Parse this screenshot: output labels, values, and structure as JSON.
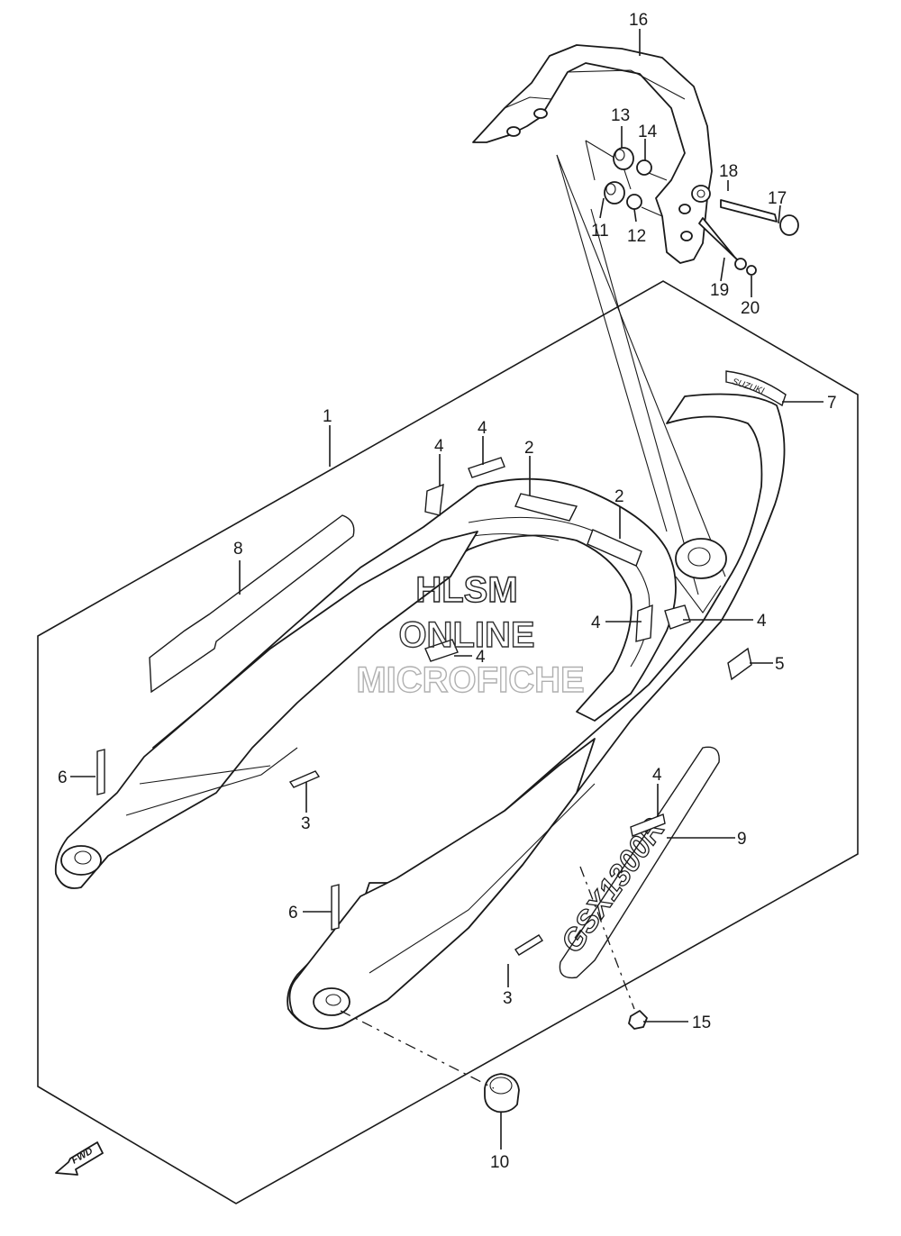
{
  "callouts": {
    "c1": "1",
    "c2a": "2",
    "c2b": "2",
    "c3a": "3",
    "c3b": "3",
    "c4a": "4",
    "c4b": "4",
    "c4c": "4",
    "c4d": "4",
    "c4e": "4",
    "c4f": "4",
    "c5": "5",
    "c6a": "6",
    "c6b": "6",
    "c7": "7",
    "c8": "8",
    "c9": "9",
    "c10": "10",
    "c11": "11",
    "c12": "12",
    "c13": "13",
    "c14": "14",
    "c15": "15",
    "c16": "16",
    "c17": "17",
    "c18": "18",
    "c19": "19",
    "c20": "20"
  },
  "watermark": {
    "line1": "HLSM",
    "line2": "ONLINE",
    "line3": "MICROFICHE"
  },
  "decals": {
    "side_model": "GSX1300R",
    "top_brand": "SUZUKI",
    "fwd_arrow": "FWD"
  }
}
